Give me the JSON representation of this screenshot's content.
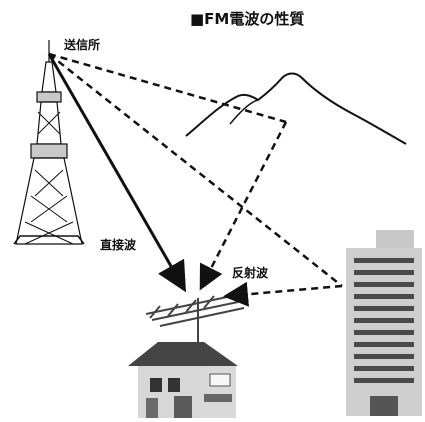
{
  "diagram": {
    "title": "■FM電波の性質",
    "transmitter_label": "送信所",
    "direct_wave_label": "直接波",
    "reflected_wave_label": "反射波"
  }
}
